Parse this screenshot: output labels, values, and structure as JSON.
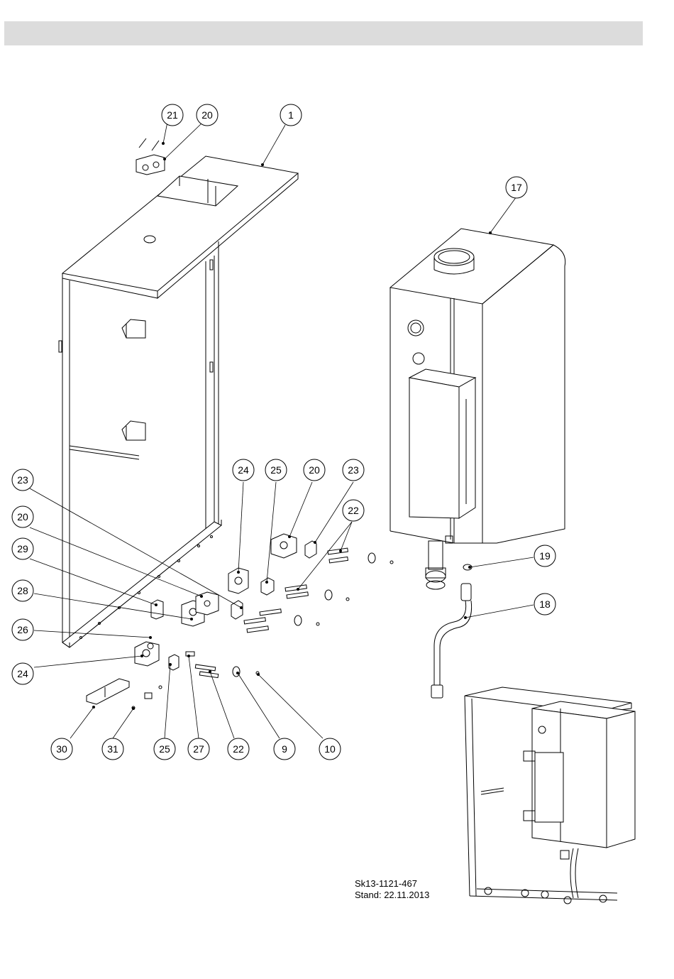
{
  "header": {
    "title": ""
  },
  "callouts": [
    "21",
    "20",
    "1",
    "17",
    "24",
    "25",
    "20",
    "23",
    "22",
    "23",
    "20",
    "29",
    "28",
    "26",
    "24",
    "19",
    "18",
    "30",
    "31",
    "25",
    "27",
    "22",
    "9",
    "10"
  ],
  "stamp": {
    "drawing_number": "Sk13-1121-467",
    "date": "Stand: 22.11.2013"
  }
}
